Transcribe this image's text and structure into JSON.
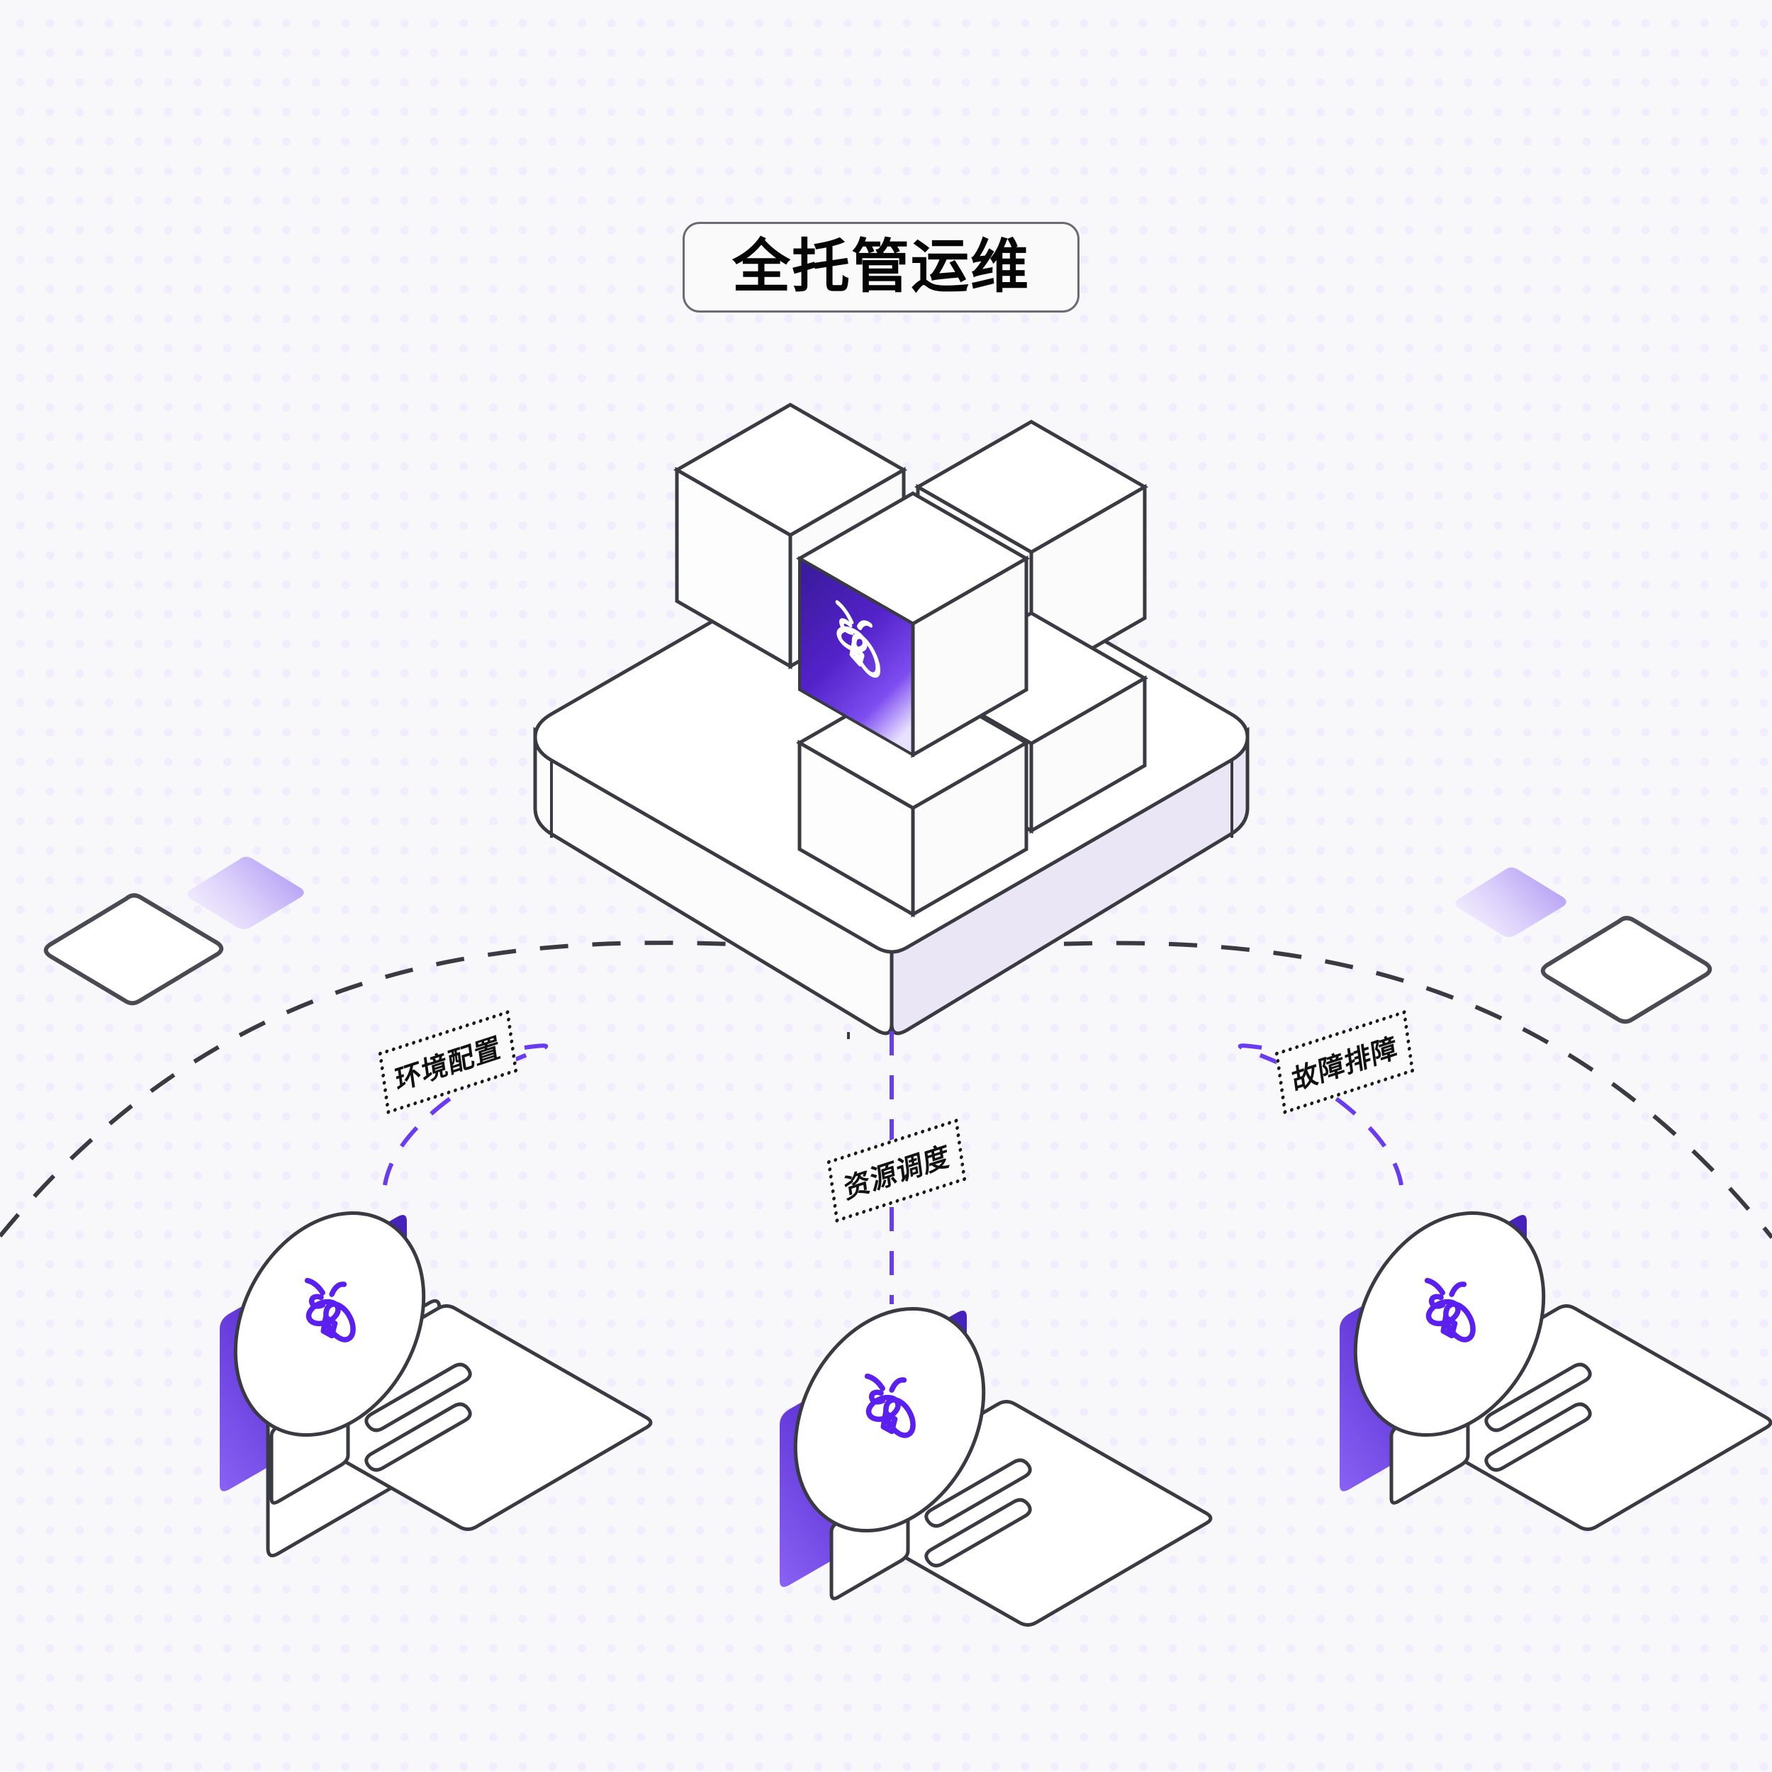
{
  "page": {
    "background_color": "#f8f8fa",
    "dot_color": "#f2ecff",
    "accent_purple": "#5b2fd4",
    "accent_purple_light": "#7c5cf0",
    "outline_color": "#3a3a42",
    "platform_side_color": "#eae6f5"
  },
  "header": {
    "title": "全托管运维",
    "badge_border_color": "#6b6b74",
    "badge_fill_color": "#fafafa"
  },
  "platform": {
    "name": "isometric-platform",
    "top_fill": "#ffffff",
    "left_fill": "#ffffff",
    "right_fill": "#eae6f5"
  },
  "cubes": [
    {
      "id": "cube-back-left",
      "label": "back-left-cube",
      "highlight": false,
      "fill": "#ffffff"
    },
    {
      "id": "cube-back-right",
      "label": "back-right-cube",
      "highlight": false,
      "fill": "#ffffff"
    },
    {
      "id": "cube-center",
      "label": "center-cube",
      "highlight": true,
      "fill": "#ffffff",
      "face_gradient_from": "#3b1b9e",
      "face_gradient_to": "#e9e2ff",
      "icon": "bee-logo-icon"
    },
    {
      "id": "cube-front",
      "label": "front-cube",
      "highlight": false,
      "fill": "#ffffff"
    },
    {
      "id": "cube-right-lower",
      "label": "right-lower-cube",
      "highlight": false,
      "fill": "#ffffff"
    }
  ],
  "nodes": [
    {
      "id": "node-env",
      "label": "环境配置",
      "icon": "bee-logo-icon",
      "card_fill": "#ffffff",
      "back_gradient_from": "#4b24c0",
      "back_gradient_to": "#8a62f4"
    },
    {
      "id": "node-res",
      "label": "资源调度",
      "icon": "bee-logo-icon",
      "card_fill": "#ffffff",
      "back_gradient_from": "#4b24c0",
      "back_gradient_to": "#8a62f4"
    },
    {
      "id": "node-fault",
      "label": "故障排障",
      "icon": "bee-logo-icon",
      "card_fill": "#ffffff",
      "back_gradient_from": "#4b24c0",
      "back_gradient_to": "#8a62f4"
    }
  ],
  "decorations": {
    "diamond_outline_left": "outline-diamond-left",
    "diamond_filled_left": "filled-diamond-left",
    "diamond_outline_right": "outline-diamond-right",
    "diamond_filled_right": "filled-diamond-right",
    "arc_color": "#3a3a42",
    "connector_color": "#6a3cf0"
  }
}
